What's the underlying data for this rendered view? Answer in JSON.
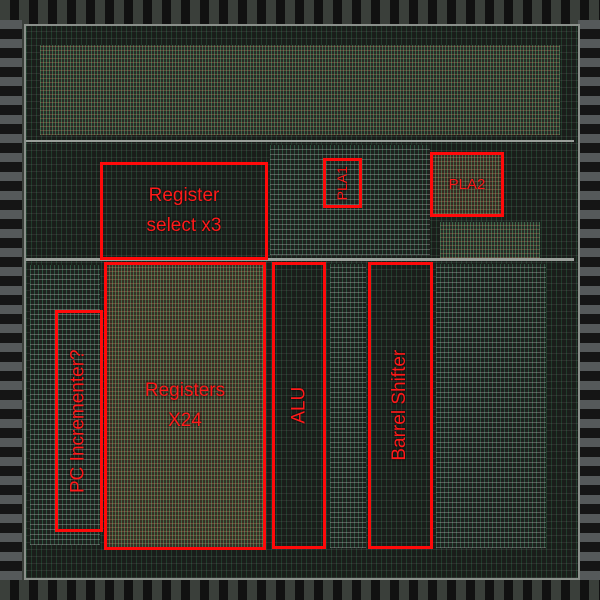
{
  "title": "Chip die floorplan annotation",
  "colors": {
    "annotation": "#ff0a0a",
    "background": "#0a0c0a"
  },
  "labels": {
    "register_select": "Register\nselect x3",
    "pla1": "PLA1",
    "pla2": "PLA2",
    "pc_incrementer": "PC Incrementer?",
    "registers": "Registers\nX24",
    "alu": "ALU",
    "barrel_shifter": "Barrel Shifter"
  }
}
